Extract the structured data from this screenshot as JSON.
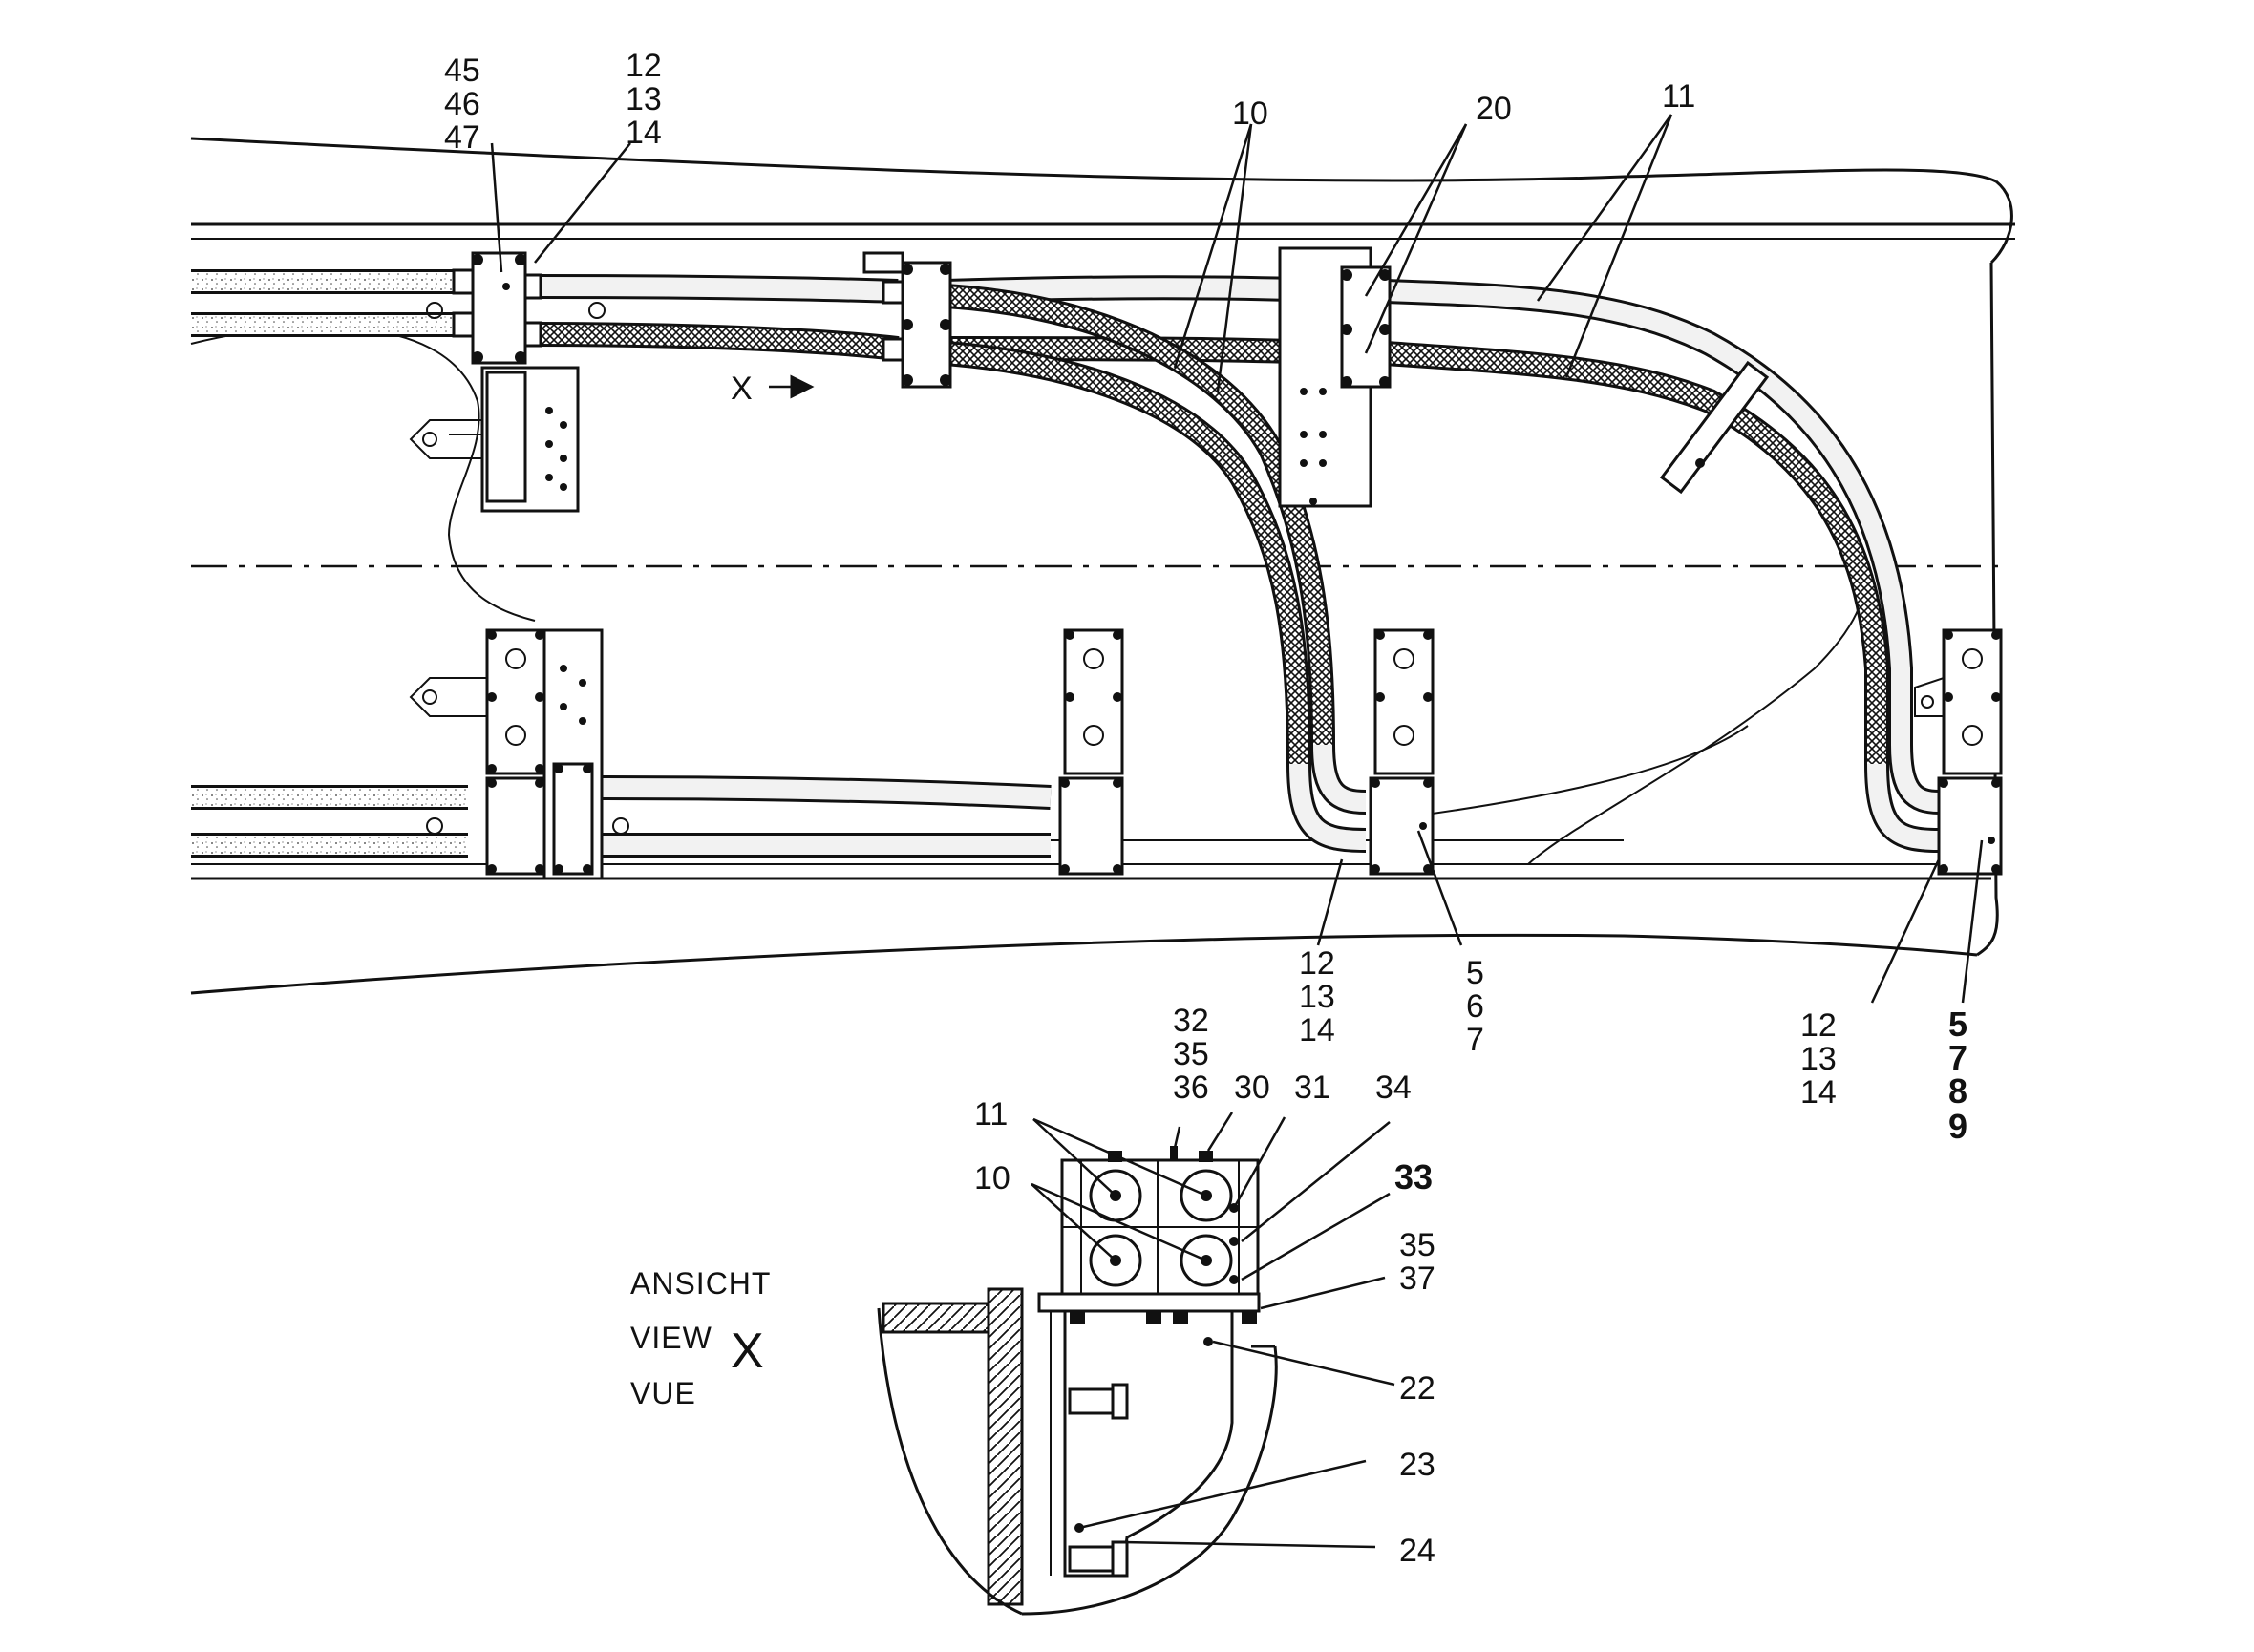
{
  "callouts": {
    "c_45": "45",
    "c_46": "46",
    "c_47": "47",
    "c_tl_12": "12",
    "c_tl_13": "13",
    "c_tl_14": "14",
    "c_10_top": "10",
    "c_20": "20",
    "c_11_top": "11",
    "c_m_12": "12",
    "c_m_13": "13",
    "c_m_14": "14",
    "c_m_5": "5",
    "c_m_6": "6",
    "c_m_7": "7",
    "c_r_12": "12",
    "c_r_13": "13",
    "c_r_14": "14",
    "c_r_5": "5",
    "c_r_7": "7",
    "c_r_8": "8",
    "c_r_9": "9",
    "c_32": "32",
    "c_35a": "35",
    "c_36": "36",
    "c_30": "30",
    "c_31": "31",
    "c_34": "34",
    "c_11_view": "11",
    "c_10_view": "10",
    "c_33": "33",
    "c_35b": "35",
    "c_37": "37",
    "c_22": "22",
    "c_23": "23",
    "c_24": "24"
  },
  "view_label": {
    "ansicht": "ANSICHT",
    "view": "VIEW",
    "vue": "VUE",
    "x": "X"
  },
  "direction_marker": "X"
}
